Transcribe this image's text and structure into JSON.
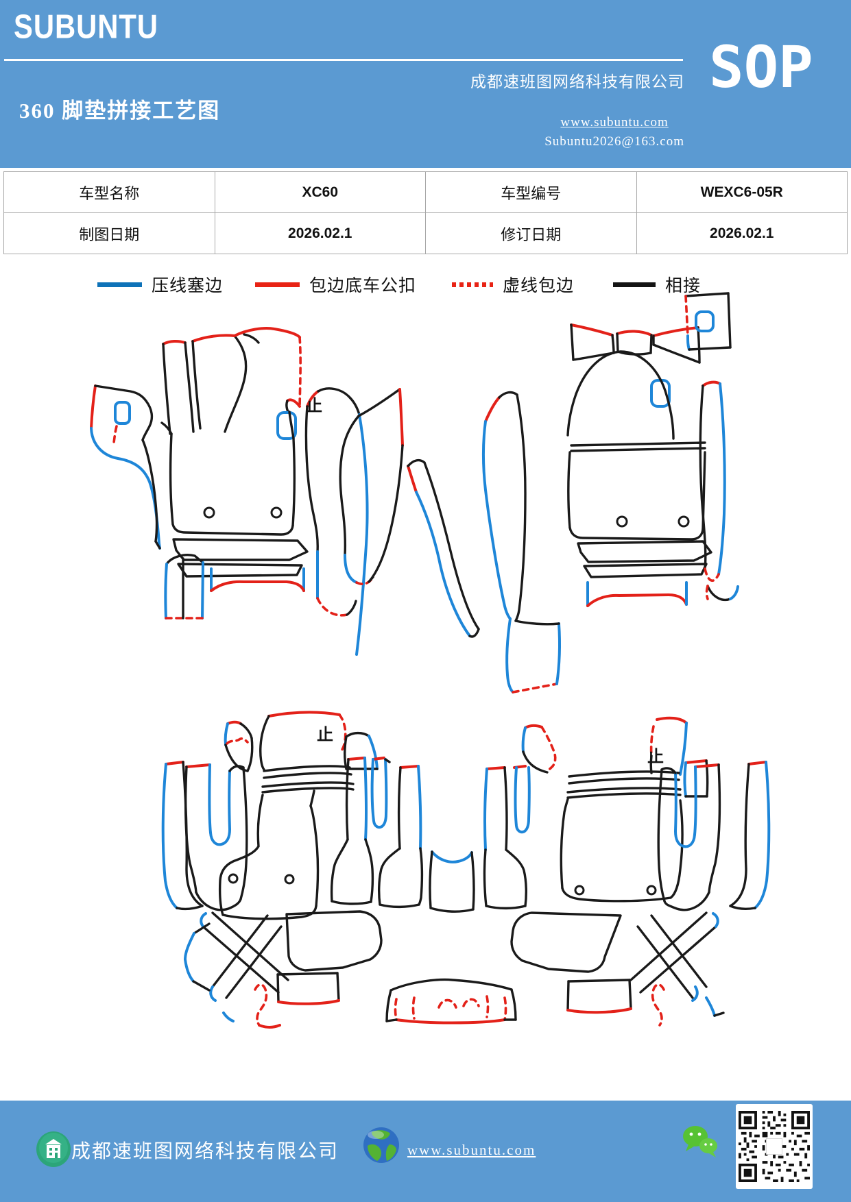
{
  "header": {
    "logo": "SUBUNTU",
    "company_name": "成都速班图网络科技有限公司",
    "sop_label": "SOP",
    "doc_title": "360 脚垫拼接工艺图",
    "website": "www.subuntu.com",
    "email": "Subuntu2026@163.com",
    "background_color": "#5b9ad2"
  },
  "info_table": {
    "rows": [
      [
        "车型名称",
        "XC60",
        "车型编号",
        "WEXC6-05R"
      ],
      [
        "制图日期",
        "2026.02.1",
        "修订日期",
        "2026.02.1"
      ]
    ]
  },
  "legend": {
    "items": [
      {
        "label": "压线塞边",
        "color": "#0e72b8",
        "line_style": "solid"
      },
      {
        "label": "包边底车公扣",
        "color": "#e82315",
        "line_style": "solid"
      },
      {
        "label": "虚线包边",
        "color": "#e82315",
        "line_style": "dotted"
      },
      {
        "label": "相接",
        "color": "#141414",
        "line_style": "solid"
      }
    ]
  },
  "diagram": {
    "marks": [
      {
        "text": "止"
      },
      {
        "text": "止"
      },
      {
        "text": "止"
      }
    ],
    "stroke_colors": {
      "press_tuck_edge": "#1e86d8",
      "wrap_male_buckle": "#e32119",
      "dashed_wrap": "#e32119",
      "joint": "#1a1a1a"
    }
  },
  "footer": {
    "company_name": "成都速班图网络科技有限公司",
    "website": "www.subuntu.com",
    "background_color": "#5b9ad2"
  }
}
